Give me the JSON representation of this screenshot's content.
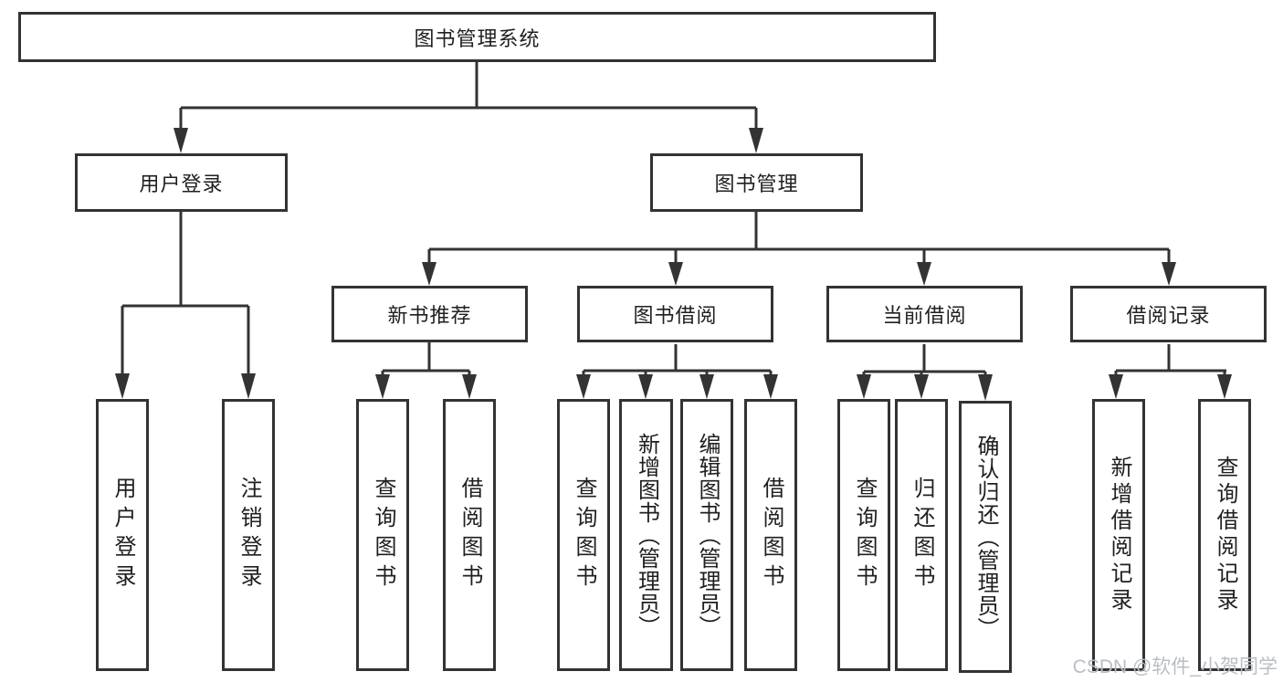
{
  "tree": {
    "root": {
      "label": "图书管理系统"
    },
    "branches": [
      {
        "label": "用户登录",
        "children": [
          "用户登录",
          "注销登录"
        ]
      },
      {
        "label": "图书管理",
        "sections": [
          {
            "label": "新书推荐",
            "children": [
              "查询图书",
              "借阅图书"
            ]
          },
          {
            "label": "图书借阅",
            "children": [
              "查询图书",
              "新增图书（管理员）",
              "编辑图书（管理员）",
              "借阅图书"
            ]
          },
          {
            "label": "当前借阅",
            "children": [
              "查询图书",
              "归还图书",
              "确认归还（管理员）"
            ]
          },
          {
            "label": "借阅记录",
            "children": [
              "新增借阅记录",
              "查询借阅记录"
            ]
          }
        ]
      }
    ]
  },
  "watermark": {
    "text": "CSDN @软件_小贺同学"
  },
  "colors": {
    "line": "#333333",
    "text": "#1f1f1f",
    "watermark": "#b9bdc4",
    "background": "#ffffff"
  }
}
